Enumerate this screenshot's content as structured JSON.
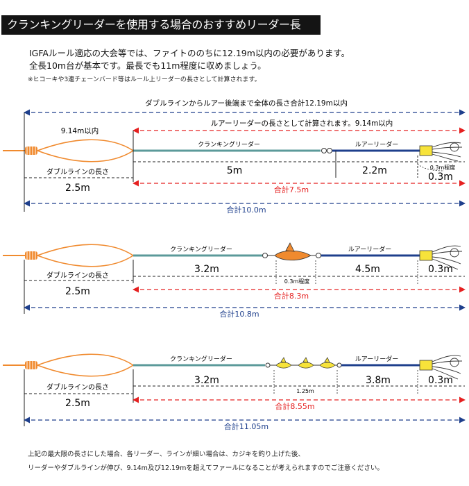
{
  "title": "クランキングリーダーを使用する場合のおすすめリーダー長",
  "intro": [
    "IGFAルール適応の大会等では、ファイトののちに12.19m以内の必要があります。",
    "全長10m台が基本です。最長でも11m程度に収めましょう。"
  ],
  "note": "※ヒコーキや3連チェーンバード等はルール上リーダーの長さとして計算されます。",
  "footer": [
    "上記の最大限の長さにした場合、各リーダー、ラインが細い場合は、カジキを釣り上げた後、",
    "リーダーやダブルラインが伸び、9.14m及び12.19mを超えてファールになることが考えられますのでご注意ください。"
  ],
  "colors": {
    "orange": "#F08A2E",
    "teal": "#5B9A9A",
    "navy": "#1E3F8C",
    "red": "#E52020",
    "yellow": "#F7E33A",
    "blue_text": "#1E3F8C",
    "red_text": "#E52020"
  },
  "diagrams": [
    {
      "top_span": "ダブルラインからルアー後端まで全体の長さ合計12.19m以内",
      "double_max": "9.14m以内",
      "leader_span": "ルアーリーダーの長さとして計算されます。9.14m以内",
      "crank_label": "クランキングリーダー",
      "lure_label": "ルアーリーダー",
      "crank_len": "5m",
      "lure_len": "2.2m",
      "lure_body_len": "0.3m",
      "small_note": "0.3m程度",
      "double_label": "ダブルラインの長さ",
      "double_len": "2.5m",
      "red_total": "合計7.5m",
      "blue_total": "合計10.0m"
    },
    {
      "crank_label": "クランキングリーダー",
      "lure_label": "ルアーリーダー",
      "crank_len": "3.2m",
      "lure_len": "4.5m",
      "lure_body_len": "0.3m",
      "small_note": "0.3m程度",
      "double_label": "ダブルラインの長さ",
      "double_len": "2.5m",
      "red_total": "合計8.3m",
      "blue_total": "合計10.8m"
    },
    {
      "crank_label": "クランキングリーダー",
      "lure_label": "ルアーリーダー",
      "crank_len": "3.2m",
      "lure_len": "3.8m",
      "lure_body_len": "0.3m",
      "small_note": "1.25m",
      "double_label": "ダブルラインの長さ",
      "double_len": "2.5m",
      "red_total": "合計8.55m",
      "blue_total": "合計11.05m"
    }
  ]
}
